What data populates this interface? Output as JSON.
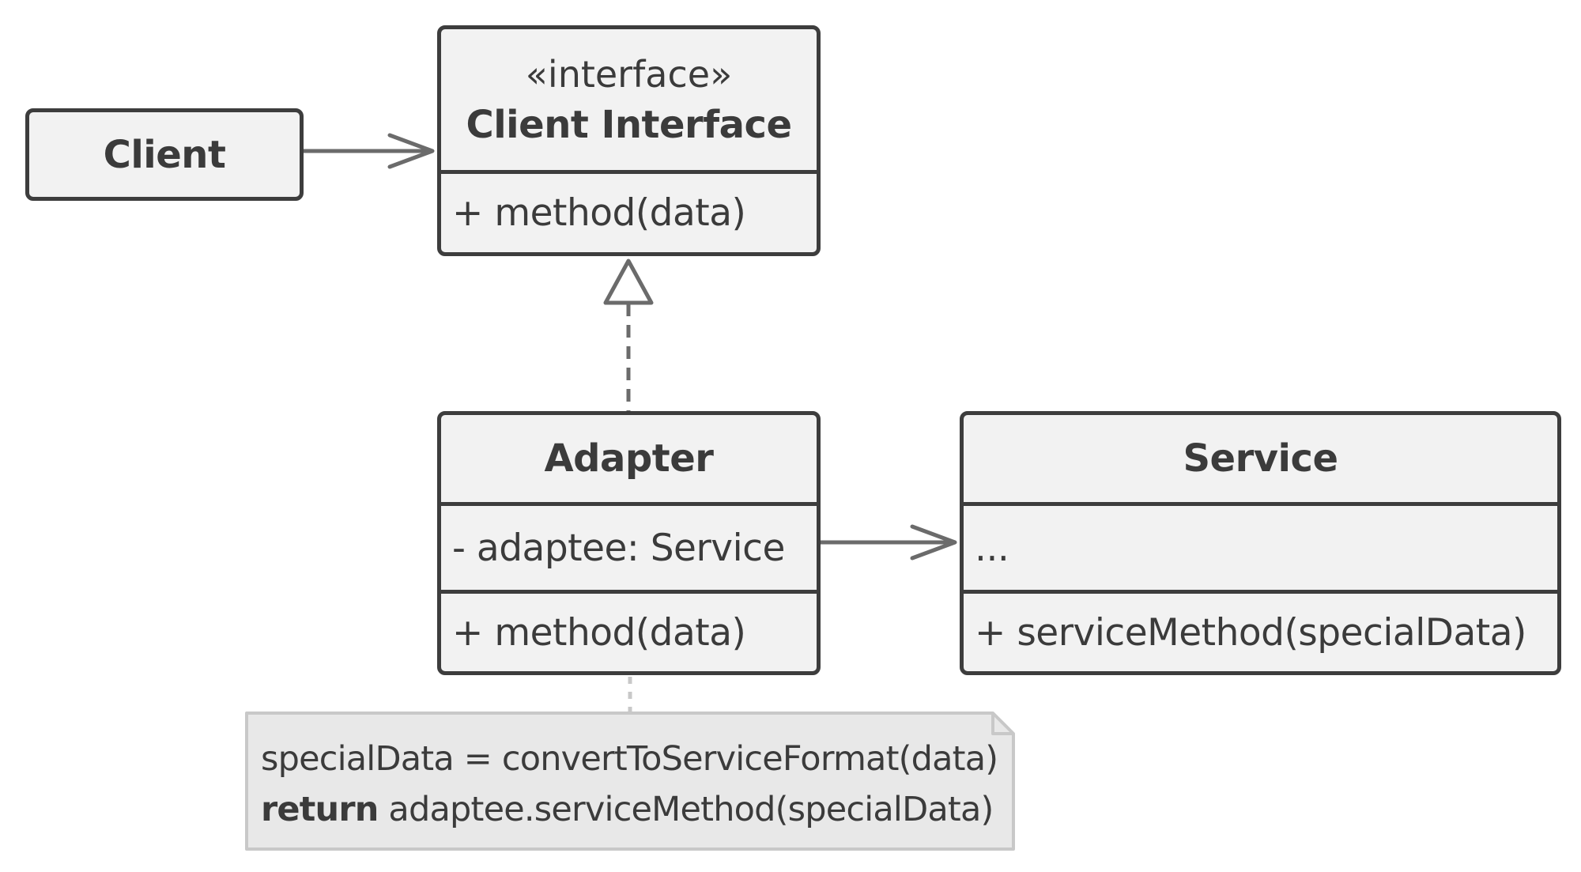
{
  "diagram": {
    "client": {
      "name": "Client"
    },
    "client_interface": {
      "stereotype": "«interface»",
      "name": "Client Interface",
      "method": "+ method(data)"
    },
    "adapter": {
      "name": "Adapter",
      "field": "- adaptee: Service",
      "method": "+ method(data)"
    },
    "service": {
      "name": "Service",
      "field": "...",
      "method": "+ serviceMethod(specialData)"
    },
    "note": {
      "line1": "specialData = convertToServiceFormat(data)",
      "line2_keyword": "return",
      "line2_rest": " adaptee.serviceMethod(specialData)"
    },
    "colors": {
      "box_fill": "#f2f2f2",
      "border": "#3d3d3d",
      "note_fill": "#e8e8e8",
      "note_border": "#c8c8c8",
      "text": "#3b3b3b"
    }
  }
}
